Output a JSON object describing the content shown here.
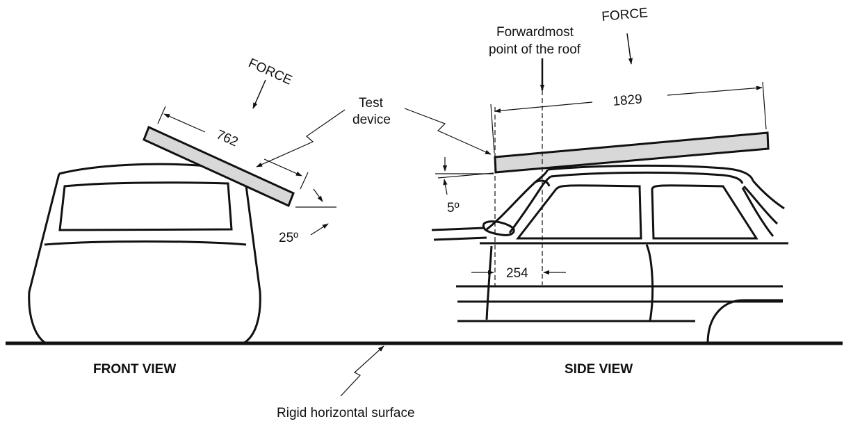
{
  "labels": {
    "force_front": "FORCE",
    "force_side": "FORCE",
    "forwardmost_line1": "Forwardmost",
    "forwardmost_line2": "point of the roof",
    "test_device_line1": "Test",
    "test_device_line2": "device",
    "dim_762": "762",
    "dim_1829": "1829",
    "dim_254": "254",
    "angle_25": "25º",
    "angle_5": "5º",
    "front_view": "FRONT VIEW",
    "side_view": "SIDE VIEW",
    "surface": "Rigid horizontal surface"
  },
  "colors": {
    "plate_fill": "#d8d8d8",
    "stroke": "#111111"
  }
}
